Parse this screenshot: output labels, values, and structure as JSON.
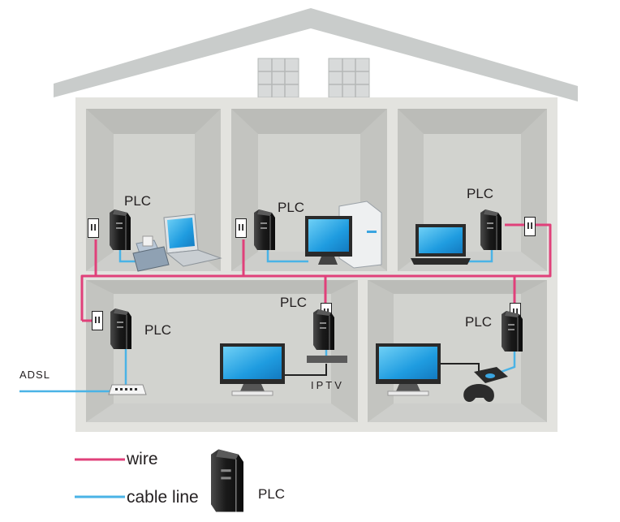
{
  "labels": {
    "plc": "PLC",
    "adsl": "ADSL",
    "iptv": "IPTV"
  },
  "legend": {
    "wire": "wire",
    "cable_line": "cable line",
    "plc": "PLC"
  },
  "colors": {
    "wire": "#e0407a",
    "cable": "#4ab3e6",
    "roof": "#c9cccb",
    "wall": "#e3e3df",
    "room_back": "#d2d3cf",
    "room_side": "#c3c4c0",
    "plc_body": "#1e1e1e",
    "screen": "#28a8e8"
  }
}
